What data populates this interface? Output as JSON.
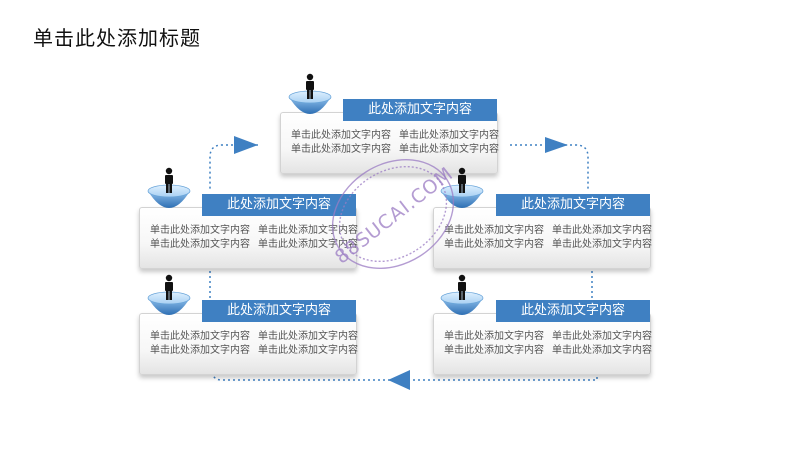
{
  "page": {
    "title": "单击此处添加标题"
  },
  "nodes": [
    {
      "id": "top",
      "heading": "此处添加文字内容",
      "lines": [
        [
          "单击此处添加文字内容",
          "单击此处添加文字内容"
        ],
        [
          "单击此处添加文字内容",
          "单击此处添加文字内容"
        ]
      ]
    },
    {
      "id": "middle-left",
      "heading": "此处添加文字内容",
      "lines": [
        [
          "单击此处添加文字内容",
          "单击此处添加文字内容"
        ],
        [
          "单击此处添加文字内容",
          "单击此处添加文字内容"
        ]
      ]
    },
    {
      "id": "middle-right",
      "heading": "此处添加文字内容",
      "lines": [
        [
          "单击此处添加文字内容",
          "单击此处添加文字内容"
        ],
        [
          "单击此处添加文字内容",
          "单击此处添加文字内容"
        ]
      ]
    },
    {
      "id": "bottom-left",
      "heading": "此处添加文字内容",
      "lines": [
        [
          "单击此处添加文字内容",
          "单击此处添加文字内容"
        ],
        [
          "单击此处添加文字内容",
          "单击此处添加文字内容"
        ]
      ]
    },
    {
      "id": "bottom-right",
      "heading": "此处添加文字内容",
      "lines": [
        [
          "单击此处添加文字内容",
          "单击此处添加文字内容"
        ],
        [
          "单击此处添加文字内容",
          "单击此处添加文字内容"
        ]
      ]
    }
  ],
  "watermark": {
    "text": "88SUCAI.COM"
  },
  "icons": {
    "node": "person-on-bowl-icon",
    "arrow": "triangle-arrow-icon"
  },
  "colors": {
    "accent": "#3f80c2",
    "watermark": "#9b7cc4"
  }
}
